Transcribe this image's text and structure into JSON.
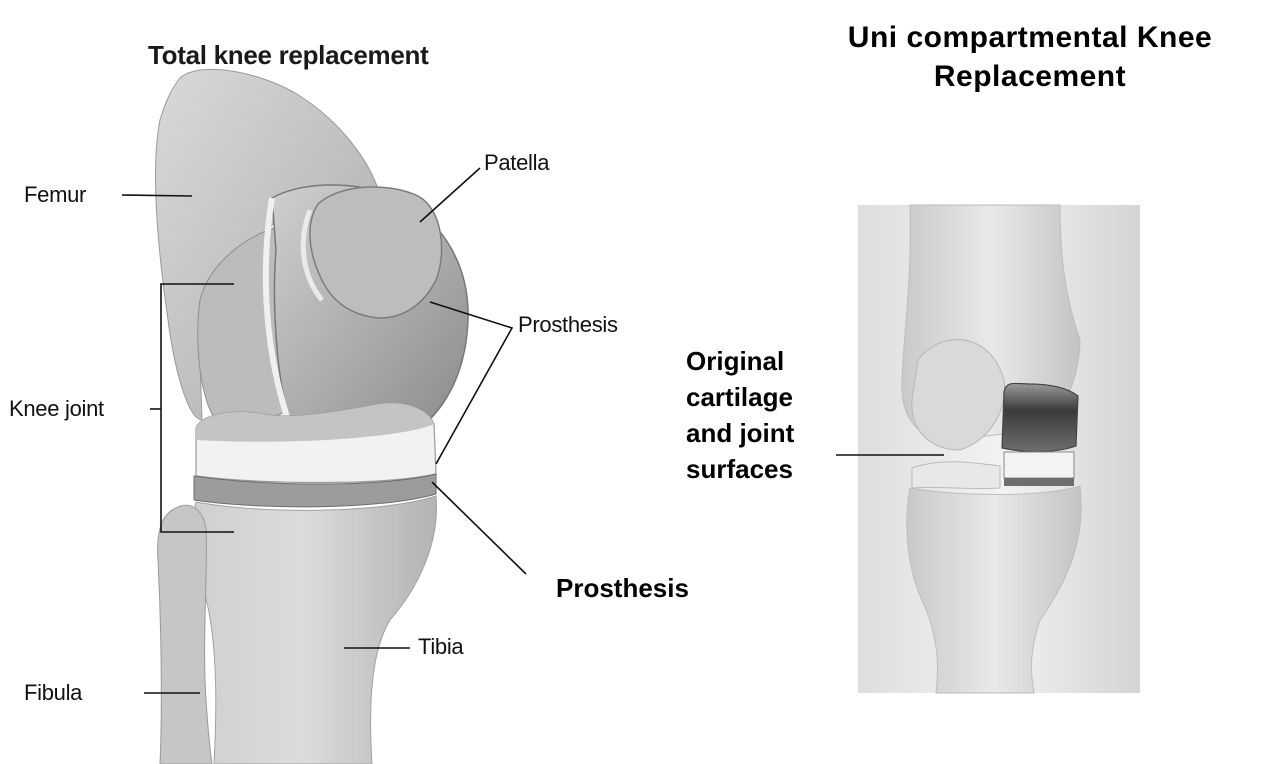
{
  "total_knee": {
    "title": "Total knee replacement",
    "labels": {
      "femur": "Femur",
      "patella": "Patella",
      "prosthesis_top": "Prosthesis",
      "knee_joint": "Knee joint",
      "prosthesis_bottom": "Prosthesis",
      "tibia": "Tibia",
      "fibula": "Fibula"
    }
  },
  "uni_knee": {
    "title_line1": "Uni compartmental Knee",
    "title_line2": "Replacement",
    "labels": {
      "original_line1": "Original",
      "original_line2": "cartilage",
      "original_line3": "and joint",
      "original_line4": "surfaces"
    }
  },
  "colors": {
    "bone_light": "#e4e4e4",
    "bone_mid": "#c6c6c6",
    "bone_dark": "#8f8f8f",
    "implant_metal": "#bdbdbd",
    "implant_poly": "#f5f5f5"
  }
}
